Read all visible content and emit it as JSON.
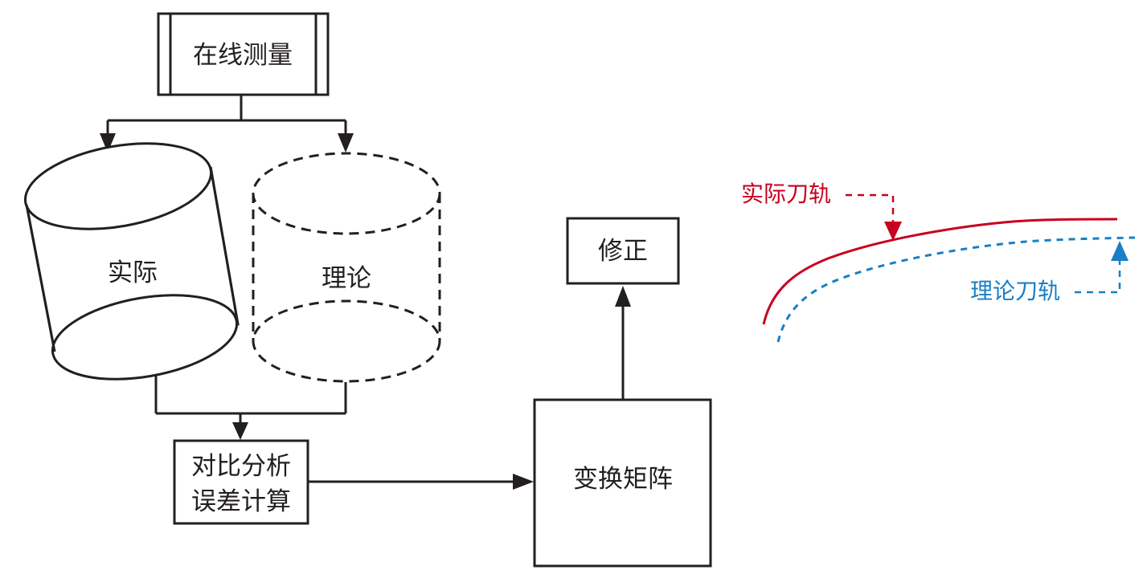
{
  "diagram": {
    "nodes": {
      "online_measurement": "在线测量",
      "actual": "实际",
      "theoretical": "理论",
      "compare_line1": "对比分析",
      "compare_line2": "误差计算",
      "transform_matrix": "变换矩阵",
      "correction": "修正"
    },
    "legend": {
      "actual_toolpath": "实际刀轨",
      "theoretical_toolpath": "理论刀轨"
    }
  },
  "colors": {
    "line": "#231f20",
    "actual_toolpath": "#c8001f",
    "theoretical_toolpath": "#1a7fc4",
    "background": "#ffffff"
  }
}
